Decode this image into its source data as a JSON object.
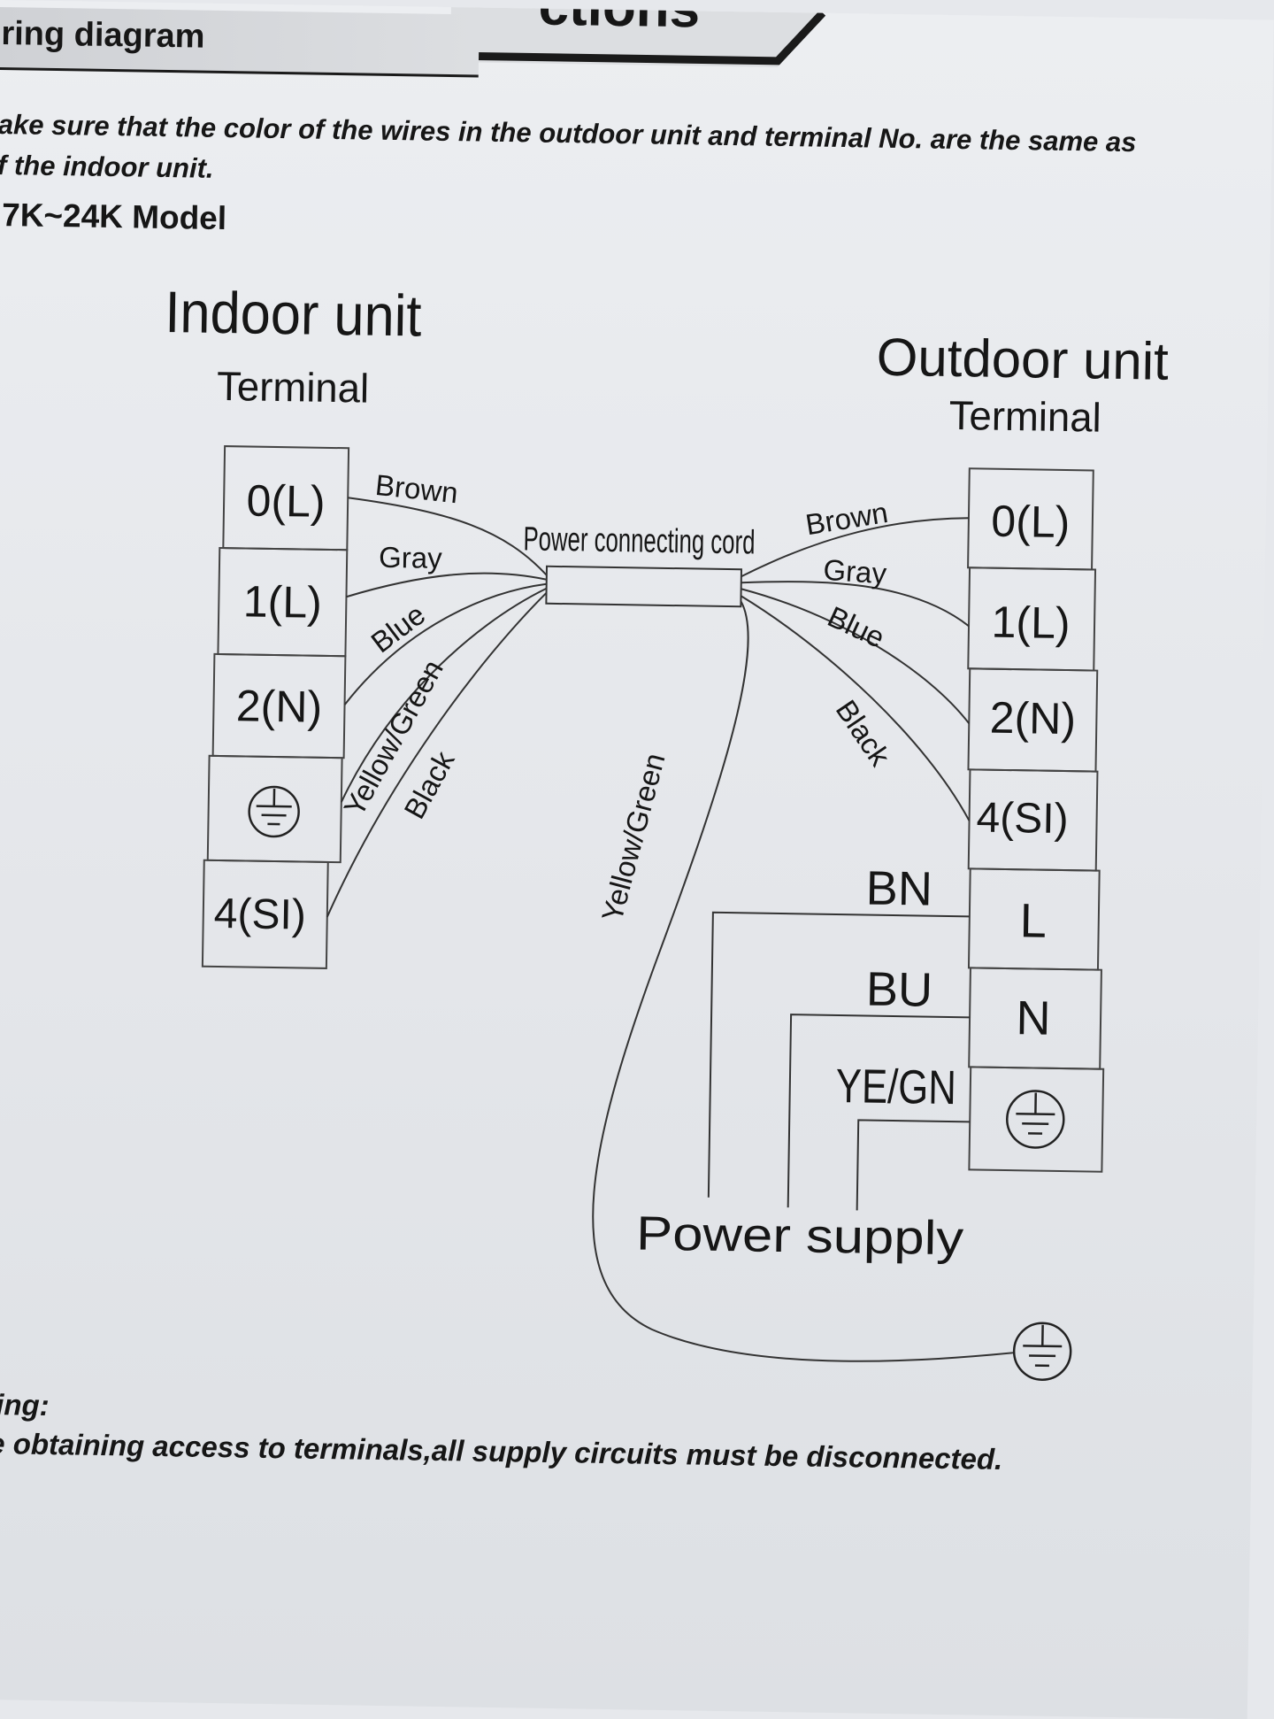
{
  "header": {
    "partial_title": "ctions",
    "section_title": "ring diagram"
  },
  "intro": {
    "line1": "ake sure that the color of  the wires in the outdoor unit and terminal No. are the same as",
    "line2": "f the indoor unit."
  },
  "model": "7K~24K  Model",
  "indoor": {
    "title": "Indoor unit",
    "subtitle": "Terminal",
    "terminals": [
      "0(L)",
      "1(L)",
      "2(N)",
      "",
      "4(SI)"
    ],
    "earth_icon": "earth-ground-icon"
  },
  "outdoor": {
    "title": "Outdoor unit",
    "subtitle": "Terminal",
    "terminals": [
      "0(L)",
      "1(L)",
      "2(N)",
      "4(SI)",
      "L",
      "N",
      ""
    ],
    "earth_icon": "earth-ground-icon"
  },
  "cord": {
    "label": "Power connecting cord"
  },
  "indoor_wires": [
    "Brown",
    "Gray",
    "Blue",
    "Yellow/Green",
    "Black"
  ],
  "outdoor_wires": [
    "Brown",
    "Gray",
    "Blue",
    "Black"
  ],
  "cord_ground_wire": "Yellow/Green",
  "supply_wires": [
    "BN",
    "BU",
    "YE/GN"
  ],
  "power_supply": "Power supply",
  "warning": {
    "title": "ning:",
    "text": "re obtaining access to terminals,all supply circuits must be disconnected."
  }
}
